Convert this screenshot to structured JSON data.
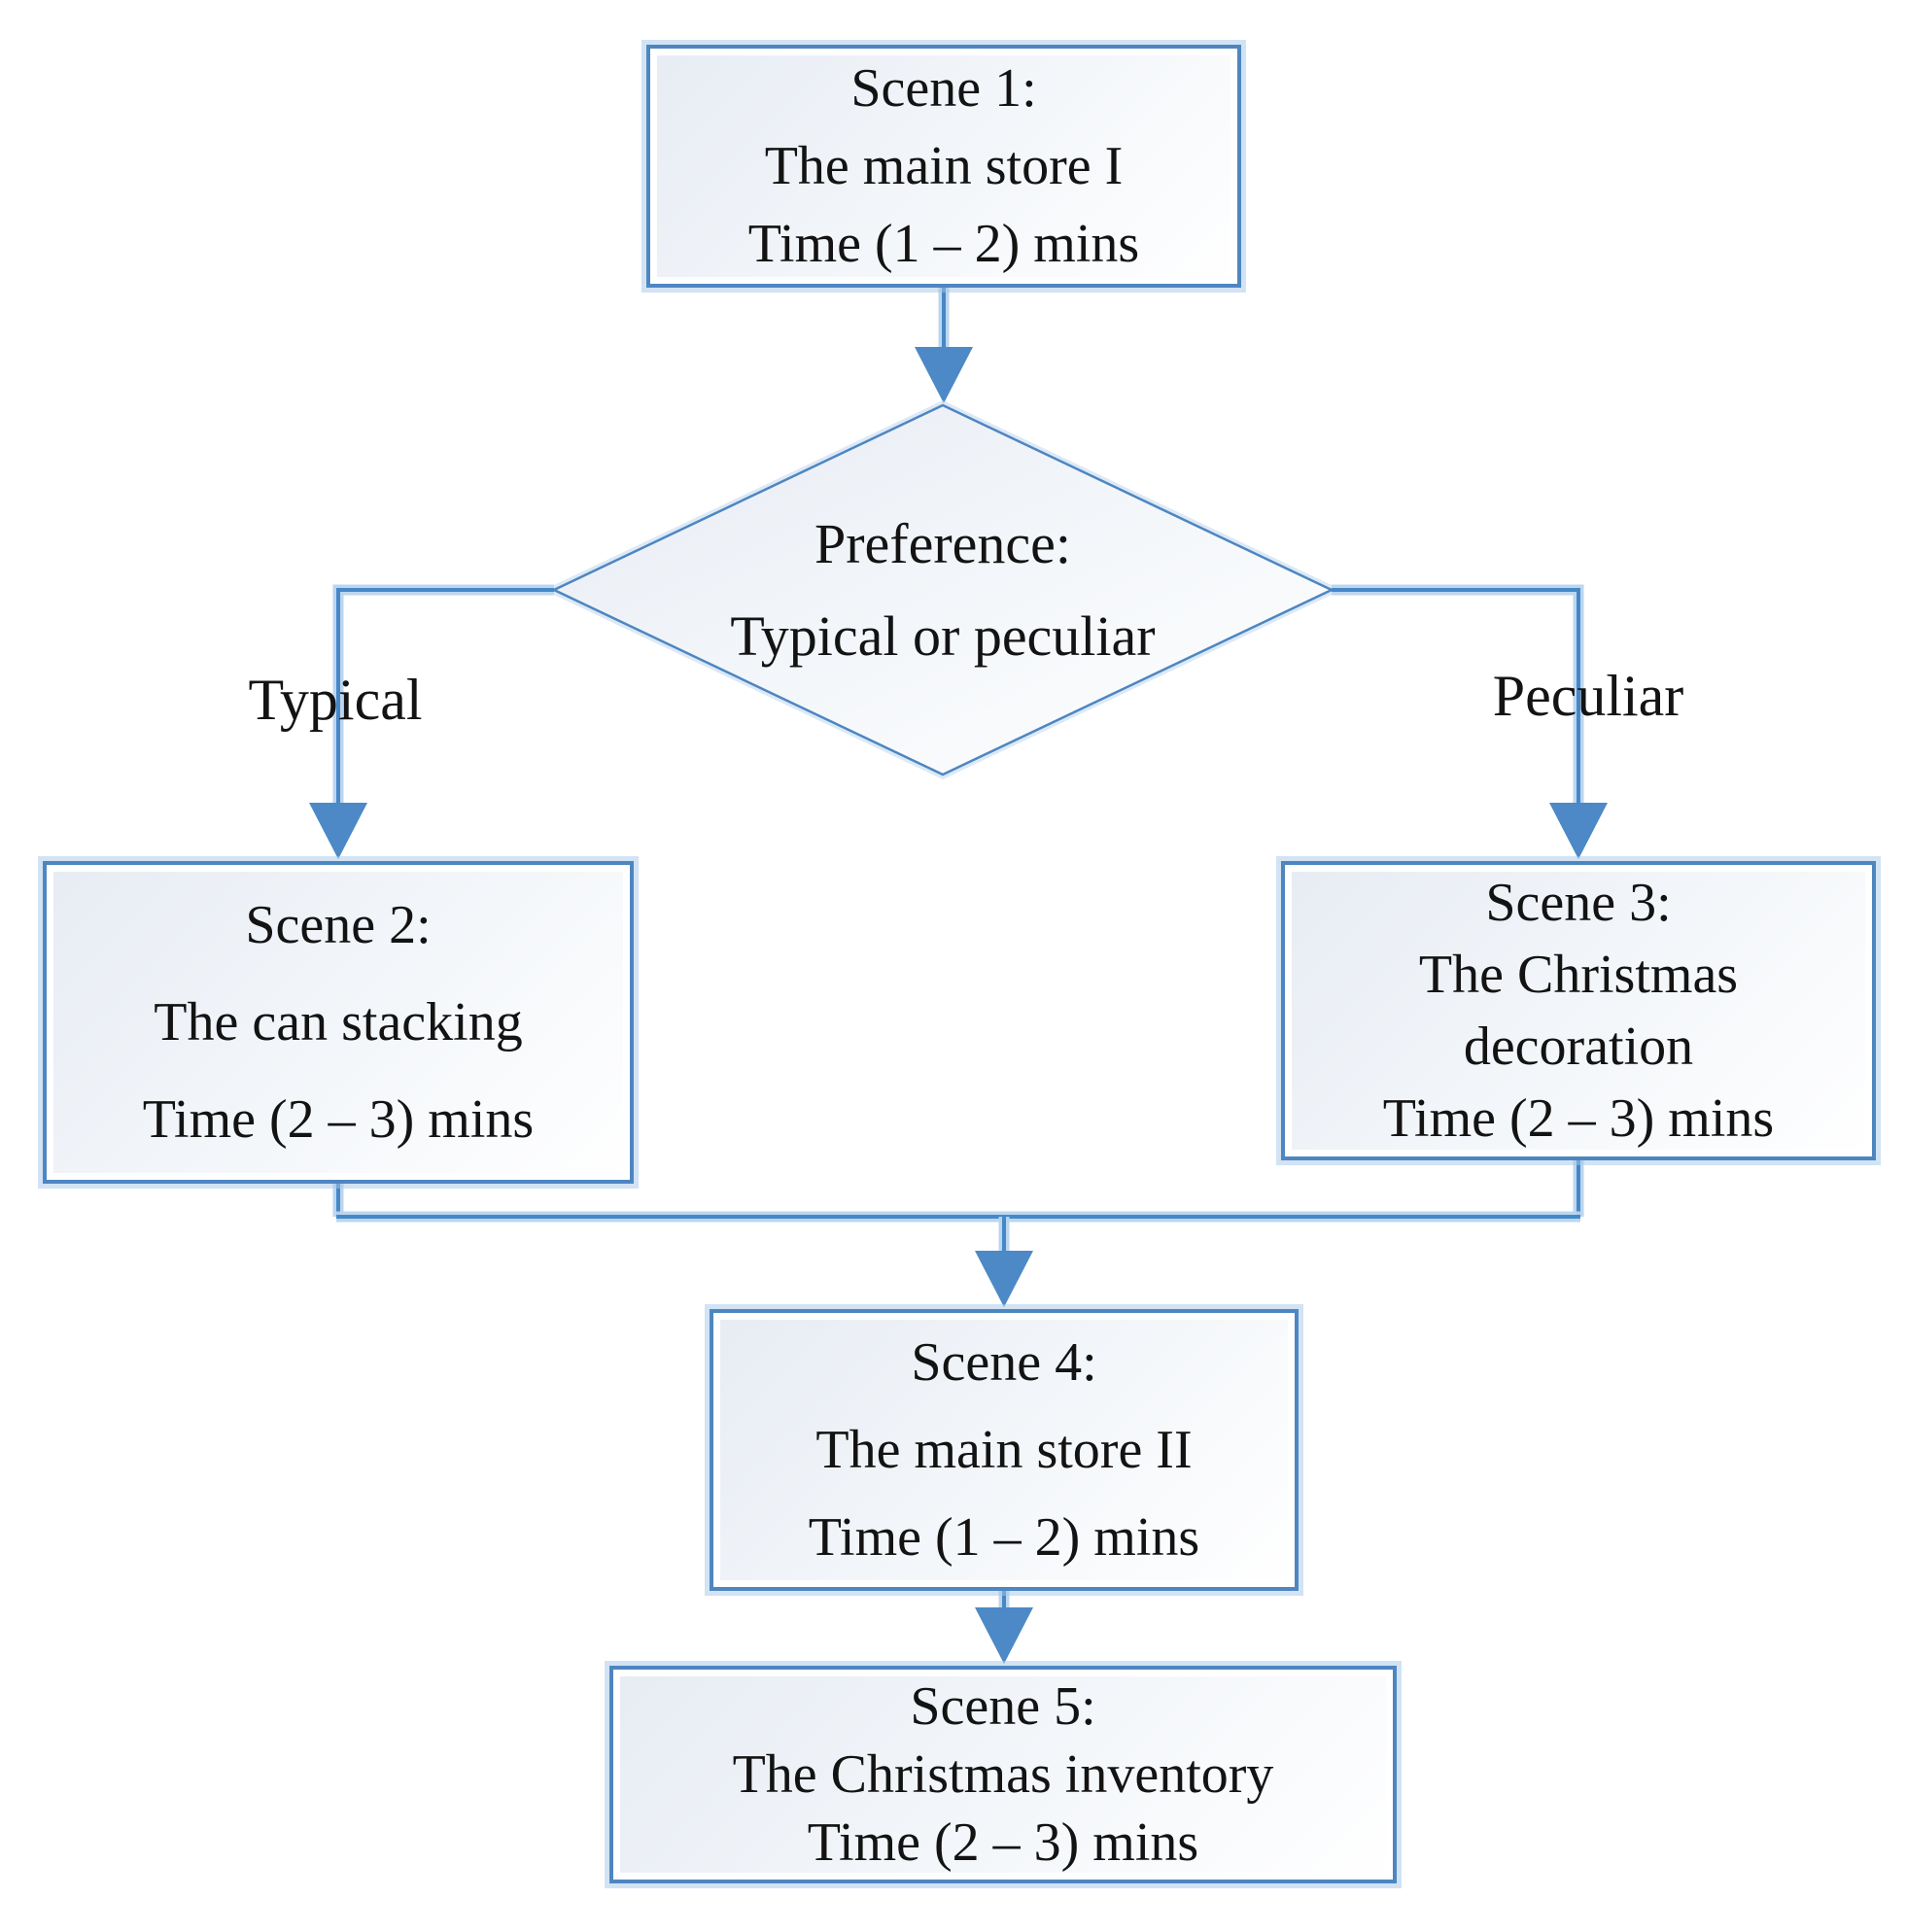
{
  "colors": {
    "border-blue": "#4e86c0",
    "connector-core": "#4588c8",
    "connector-halo": "#b9d4ee",
    "arrowhead-blue": "#4c89c6",
    "node-fill-top": "#e7ecf4",
    "node-fill-mid": "#f4f7fa",
    "node-fill-bottom": "#ffffff",
    "text-color": "#131313"
  },
  "flowchart": {
    "nodes": {
      "scene1": {
        "shape": "process",
        "lines": [
          "Scene 1:",
          "The main store I",
          "Time (1 – 2) mins"
        ]
      },
      "preference": {
        "shape": "decision",
        "lines": [
          "Preference:",
          "Typical or peculiar"
        ]
      },
      "scene2": {
        "shape": "process",
        "lines": [
          "Scene 2:",
          "The can stacking",
          "Time (2 – 3) mins"
        ]
      },
      "scene3": {
        "shape": "process",
        "lines": [
          "Scene 3:",
          "The Christmas",
          "decoration",
          "Time (2 – 3) mins"
        ]
      },
      "scene4": {
        "shape": "process",
        "lines": [
          "Scene 4:",
          "The main store II",
          "Time (1 – 2) mins"
        ]
      },
      "scene5": {
        "shape": "process",
        "lines": [
          "Scene 5:",
          "The Christmas inventory",
          "Time (2 – 3) mins"
        ]
      }
    },
    "branch_labels": {
      "typical": "Typical",
      "peculiar": "Peculiar"
    }
  }
}
